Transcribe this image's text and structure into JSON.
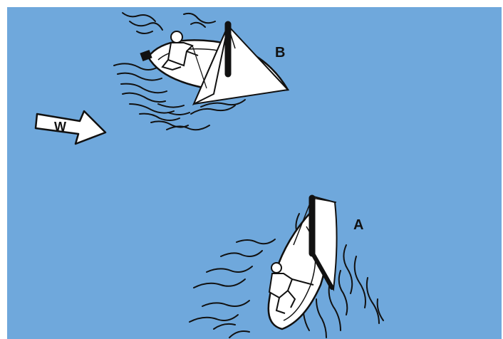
{
  "diagram": {
    "wind_arrow_label": "W",
    "boat_b_label": "B",
    "boat_a_label": "A",
    "colors": {
      "water": "#6FA8DC",
      "boat_fill": "#FFFFFF",
      "outline": "#111111",
      "frame": "#FFFFFF"
    },
    "icons": [
      "wind-arrow-icon",
      "sailboat-icon",
      "sailor-icon",
      "wave-lines"
    ]
  }
}
